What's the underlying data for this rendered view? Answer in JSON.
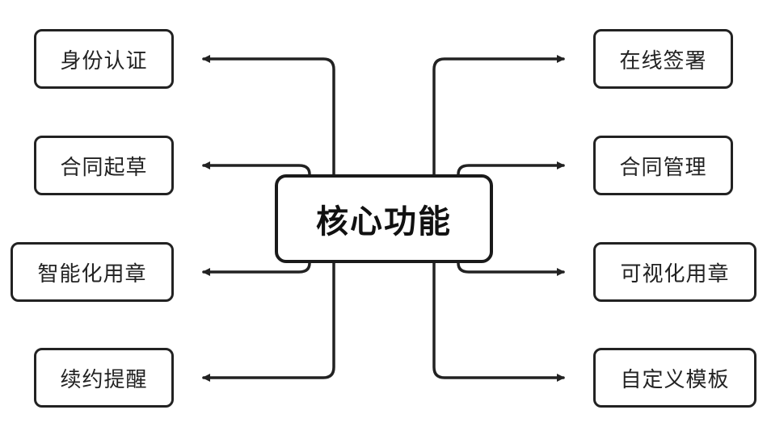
{
  "center": {
    "label": "核心功能"
  },
  "left_items": [
    {
      "label": "身份认证"
    },
    {
      "label": "合同起草"
    },
    {
      "label": "智能化用章"
    },
    {
      "label": "续约提醒"
    }
  ],
  "right_items": [
    {
      "label": "在线签署"
    },
    {
      "label": "合同管理"
    },
    {
      "label": "可视化用章"
    },
    {
      "label": "自定义模板"
    }
  ],
  "colors": {
    "stroke": "#222222",
    "background": "#ffffff"
  }
}
